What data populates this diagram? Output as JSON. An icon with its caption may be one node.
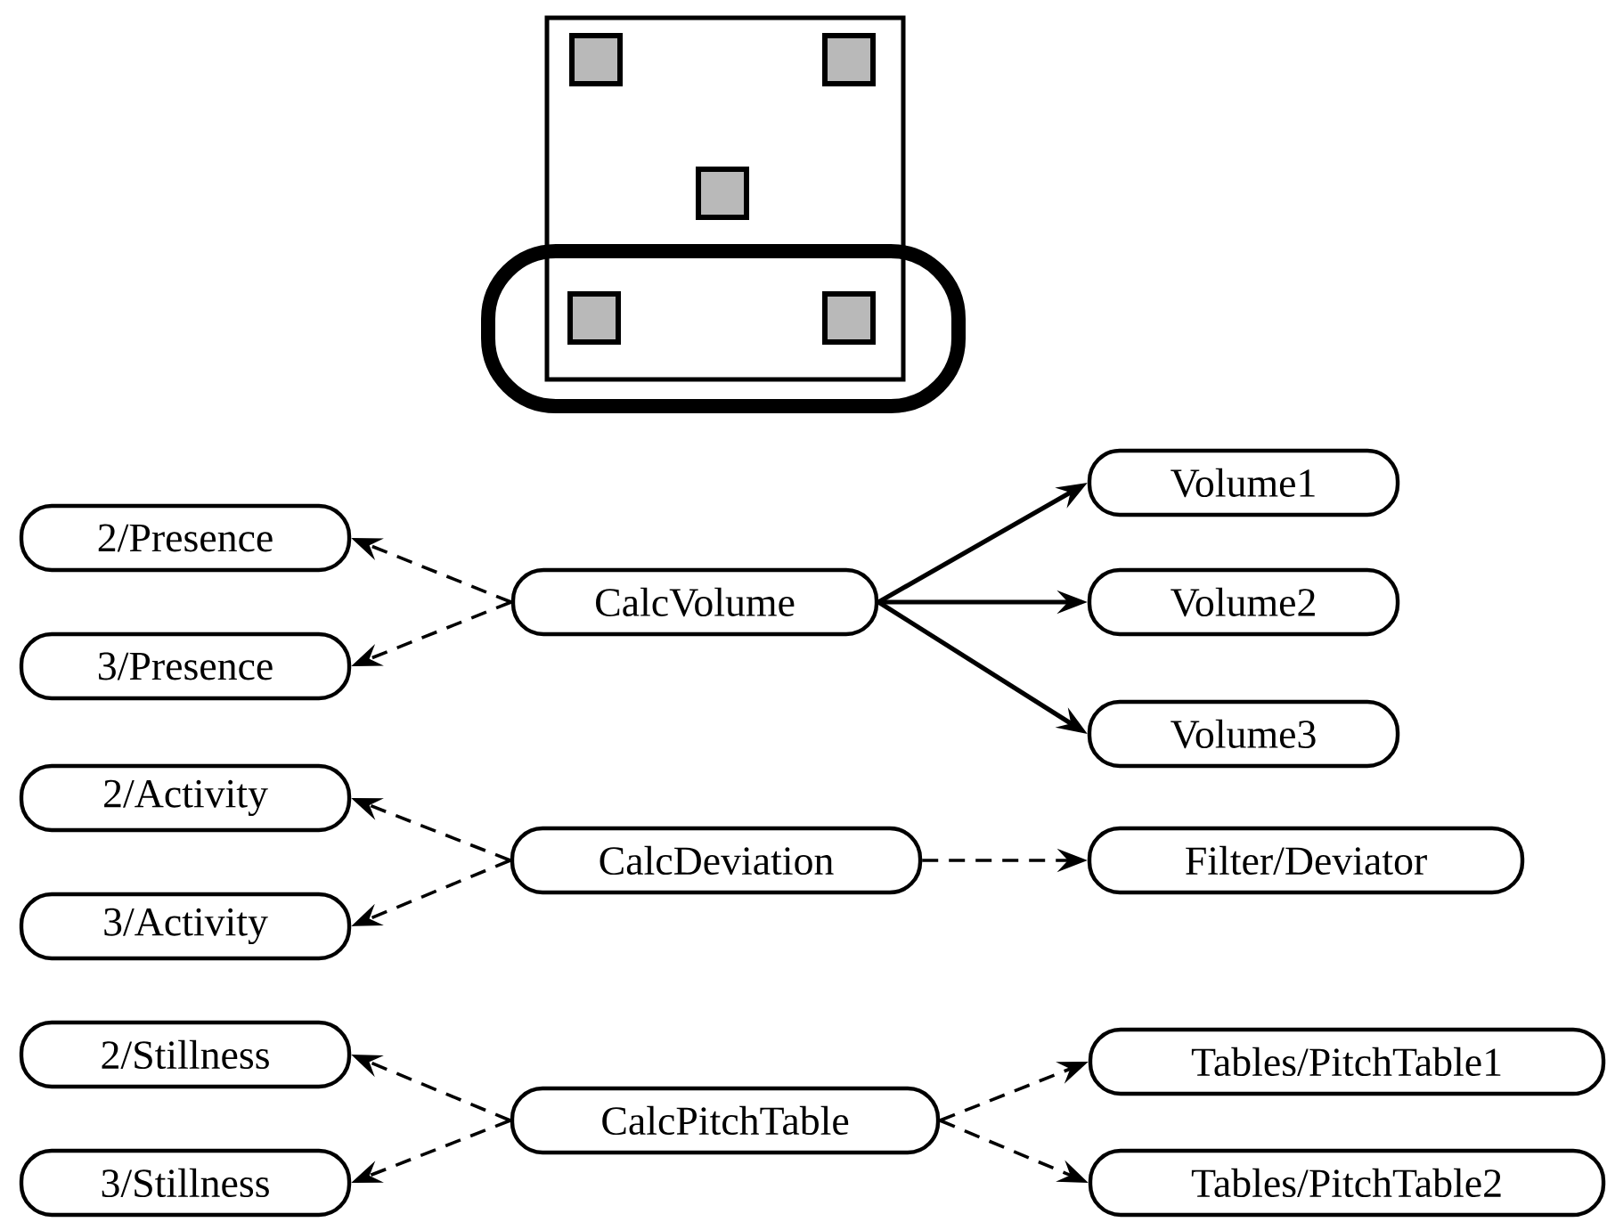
{
  "diagram": {
    "nodes": [
      {
        "text": [
          "Volume1"
        ]
      },
      {
        "text": [
          "2/Presence"
        ]
      },
      {
        "text": [
          "CalcVolume"
        ]
      },
      {
        "text": [
          "Volume2"
        ]
      },
      {
        "text": [
          "3/Presence"
        ]
      },
      {
        "text": [
          "Volume3"
        ]
      },
      {
        "text": [
          "2/Activity"
        ]
      },
      {
        "text": [
          "CalcDeviation"
        ]
      },
      {
        "text": [
          "Filter/Deviator"
        ]
      },
      {
        "text": [
          "3/Activity"
        ]
      },
      {
        "text": [
          "2/Stillness"
        ]
      },
      {
        "text": [
          "CalcPitchTable"
        ]
      },
      {
        "text": [
          "Tables/PitchTable1"
        ]
      },
      {
        "text": [
          "3/Stillness"
        ]
      },
      {
        "text": [
          "Tables/PitchTable2"
        ]
      }
    ],
    "edges": [
      {
        "from": 2,
        "to": 1,
        "arrow": "to",
        "style": "dashed"
      },
      {
        "from": 2,
        "to": 4,
        "arrow": "to",
        "style": "dashed"
      },
      {
        "from": 2,
        "to": 0,
        "arrow": "to"
      },
      {
        "from": 2,
        "to": 3,
        "arrow": "to"
      },
      {
        "from": 2,
        "to": 5,
        "arrow": "to"
      },
      {
        "from": 7,
        "to": 6,
        "arrow": "to",
        "style": "dashed"
      },
      {
        "from": 7,
        "to": 9,
        "arrow": "to",
        "style": "dashed"
      },
      {
        "from": 7,
        "to": 8,
        "arrow": "to",
        "style": "dashed"
      },
      {
        "from": 11,
        "to": 10,
        "arrow": "to",
        "style": "dashed"
      },
      {
        "from": 11,
        "to": 13,
        "arrow": "to",
        "style": "dashed"
      },
      {
        "from": 11,
        "to": 12,
        "arrow": "to",
        "style": "dashed"
      },
      {
        "from": 11,
        "to": 14,
        "arrow": "to",
        "style": "dashed"
      }
    ]
  }
}
